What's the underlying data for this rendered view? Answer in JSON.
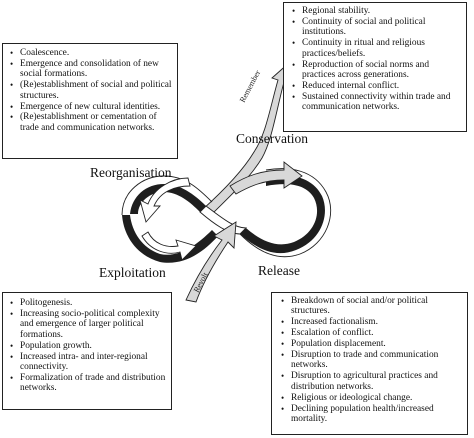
{
  "stages": {
    "conservation": "Conservation",
    "reorganisation": "Reorganisation",
    "exploitation": "Exploitation",
    "release": "Release"
  },
  "arrows": {
    "remember": "Remember",
    "revolt": "Revolt"
  },
  "reorganisation_box": {
    "items": [
      "Coalescence.",
      "Emergence and consolidation of new social formations.",
      "(Re)establishment of social and political structures.",
      "Emergence of new cultural identities.",
      "(Re)establishment or cementation of trade and communication networks."
    ]
  },
  "conservation_box": {
    "items": [
      "Regional stability.",
      "Continuity of social and political institutions.",
      "Continuity in ritual and religious practices/beliefs.",
      "Reproduction of social norms and practices across generations.",
      "Reduced internal conflict.",
      "Sustained connectivity within trade and communication networks."
    ]
  },
  "exploitation_box": {
    "items": [
      "Politogenesis.",
      "Increasing socio-political complexity and emergence of larger political formations.",
      "Population growth.",
      "Increased intra- and inter-regional connectivity.",
      "Formalization of trade and distribution networks."
    ]
  },
  "release_box": {
    "items": [
      "Breakdown of social and/or political structures.",
      "Increased factionalism.",
      "Escalation of conflict.",
      "Population displacement.",
      "Disruption to trade and communication networks.",
      "Disruption to agricultural practices and distribution networks.",
      "Religious or ideological change.",
      "Declining population health/increased mortality."
    ]
  },
  "colors": {
    "loop_dark": "#1e1e1e",
    "arrow_fill": "#d0d0d0",
    "outline": "#222222"
  }
}
